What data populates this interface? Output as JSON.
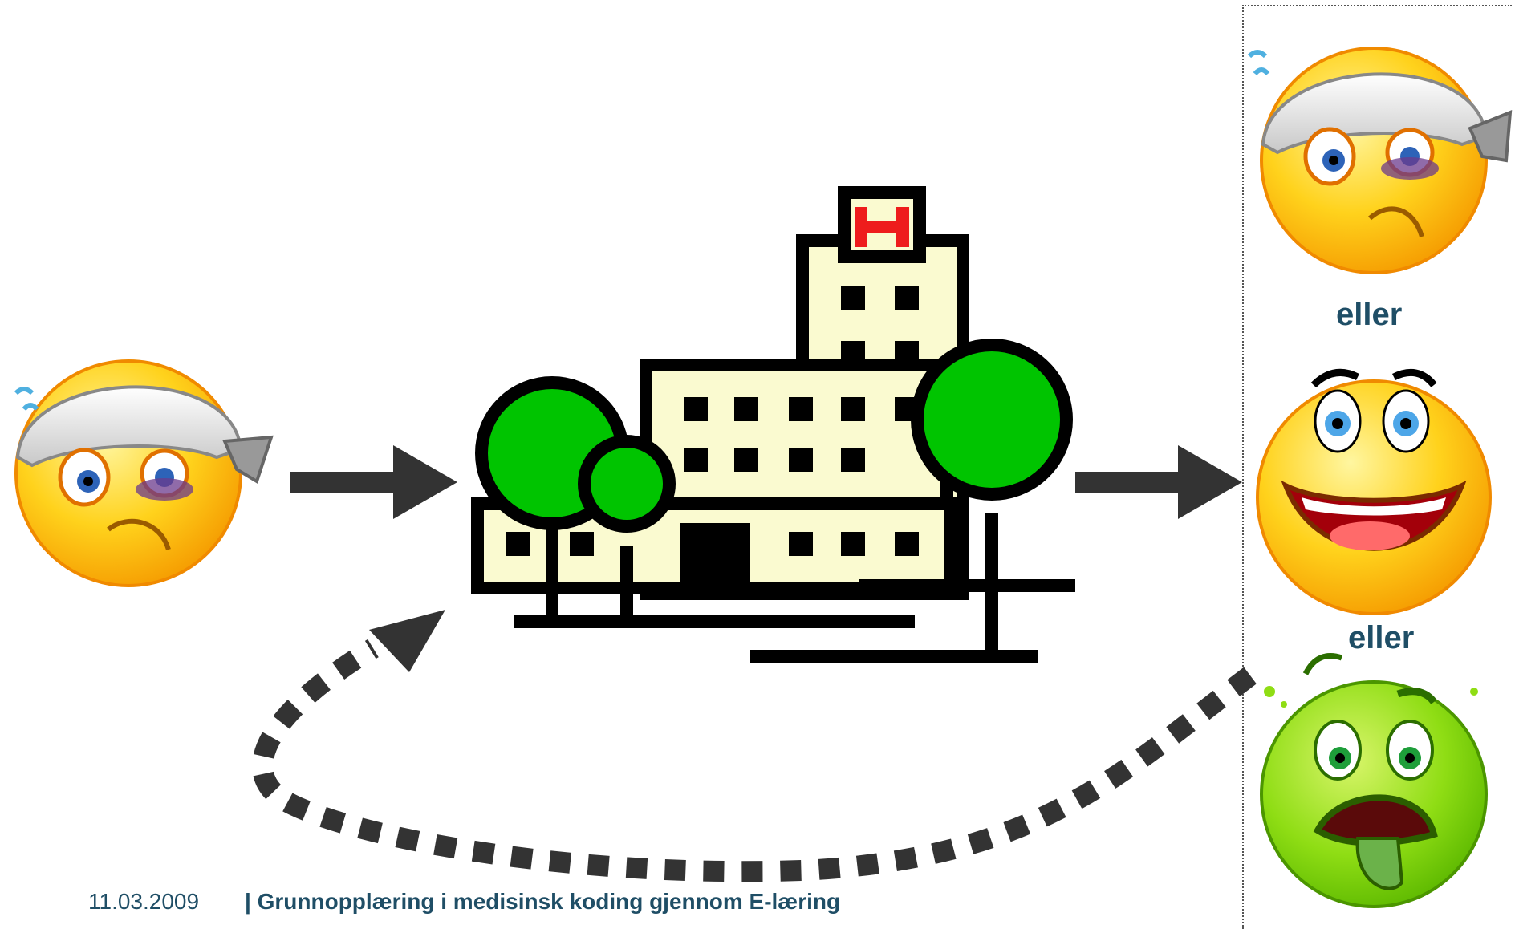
{
  "outcomes": {
    "separator_1": "eller",
    "separator_2": "eller"
  },
  "footer": {
    "date": "11.03.2009",
    "title": "| Grunnopplæring i medisinsk koding gjennom E-læring"
  },
  "hospital": {
    "sign_letter": "H"
  },
  "colors": {
    "text_blue": "#1f4e66",
    "arrow": "#333333",
    "tree_green": "#00c400",
    "building": "#fafad0",
    "sign_red": "#ee1c1c",
    "smiley_yellow": "#ffd21c",
    "sick_green": "#9be11a"
  },
  "icons": [
    "injured-patient-icon",
    "hospital-icon",
    "injured-patient-icon",
    "happy-face-icon",
    "sick-face-icon"
  ]
}
